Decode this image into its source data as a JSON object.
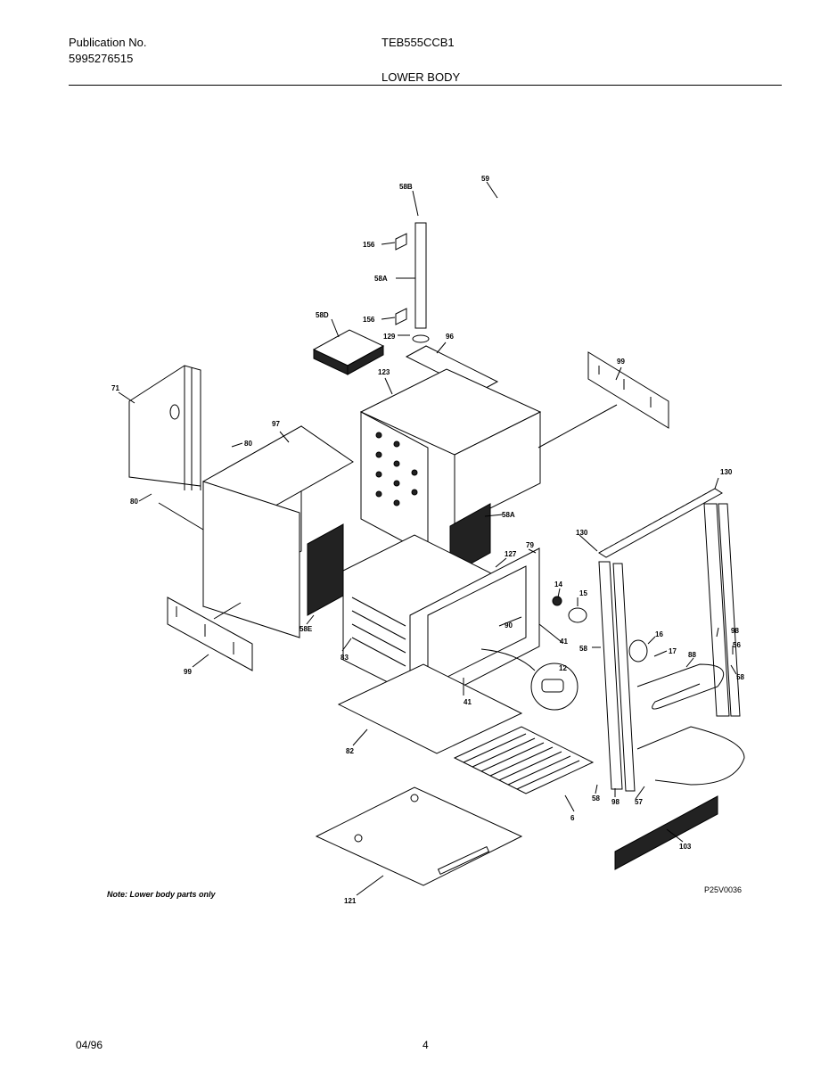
{
  "header": {
    "publication_label": "Publication No.",
    "publication_number": "5995276515",
    "model": "TEB555CCB1",
    "section": "LOWER BODY"
  },
  "callouts": {
    "c59": "59",
    "c58B": "58B",
    "c156a": "156",
    "c58A_tube": "58A",
    "c156b": "156",
    "c58D": "58D",
    "c129": "129",
    "c96": "96",
    "c99a": "99",
    "c123": "123",
    "c71": "71",
    "c97": "97",
    "c80a": "80",
    "c80b": "80",
    "c58A": "58A",
    "c130a": "130",
    "c130b": "130",
    "c79": "79",
    "c127": "127",
    "c14": "14",
    "c15": "15",
    "c90": "90",
    "c41a": "41",
    "c58a": "58",
    "c58E": "58E",
    "c83": "83",
    "c99b": "99",
    "c12": "12",
    "c41b": "41",
    "c16": "16",
    "c17": "17",
    "c98": "98",
    "c88": "88",
    "c56": "56",
    "c58b": "58",
    "c82": "82",
    "c6": "6",
    "c58c": "58",
    "c98b": "98",
    "c57": "57",
    "c103": "103",
    "c121": "121"
  },
  "footer": {
    "note": "Note: Lower body parts only",
    "figure_code": "P25V0036",
    "date": "04/96",
    "page": "4"
  }
}
